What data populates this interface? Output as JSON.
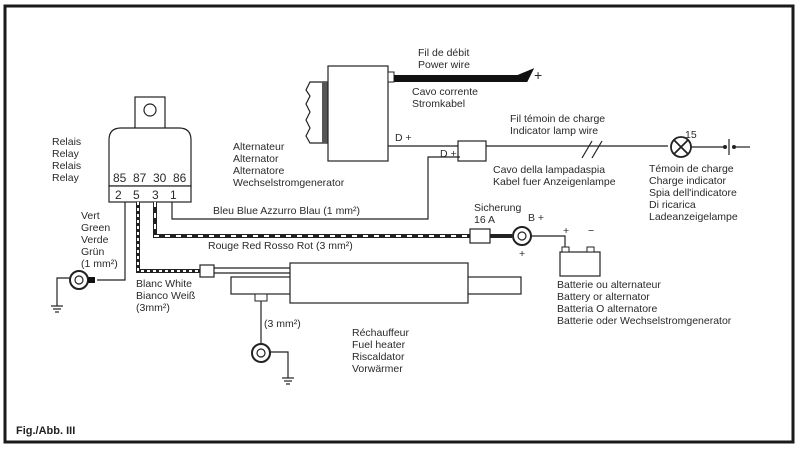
{
  "figure": {
    "caption": "Fig./Abb. III"
  },
  "relay": {
    "labels": [
      "Relais",
      "Relay",
      "Relais",
      "Relay"
    ],
    "terminals_top": [
      "85",
      "87",
      "30",
      "86"
    ],
    "terminals_bottom": [
      "2",
      "5",
      "3",
      "1"
    ]
  },
  "alternator": {
    "labels": [
      "Alternateur",
      "Alternator",
      "Alternatore",
      "Wechselstromgenerator"
    ],
    "terminal": "D +"
  },
  "power_wire": {
    "labels_top": [
      "Fil de débit",
      "Power wire"
    ],
    "labels_bottom": [
      "Cavo corrente",
      "Stromkabel"
    ],
    "polarity": "+"
  },
  "indicator_wire": {
    "labels_top": [
      "Fil témoin de charge",
      "Indicator lamp wire"
    ],
    "labels_bottom": [
      "Cavo della lampadaspia",
      "Kabel fuer Anzeigenlampe"
    ],
    "connector_label": "D +"
  },
  "charge_lamp": {
    "terminal": "15",
    "labels": [
      "Témoin de charge",
      "Charge indicator",
      "Spia dell'indicatore",
      "Di ricarica",
      "Ladeanzeigelampe"
    ]
  },
  "wires": {
    "green": [
      "Vert",
      "Green",
      "Verde",
      "Grün",
      "(1 mm²)"
    ],
    "blue": "Bleu Blue Azzurro Blau (1 mm²)",
    "red": "Rouge Red Rosso Rot (3 mm²)",
    "white": [
      "Blanc White",
      "Bianco Weiß",
      "(3mm²)"
    ],
    "heater_ground": "(3 mm²)"
  },
  "fuse": {
    "labels": [
      "Sicherung",
      "16 A"
    ],
    "terminal": "B +",
    "stud_polarity": "+"
  },
  "battery": {
    "plus": "+",
    "minus": "−",
    "labels": [
      "Batterie ou alternateur",
      "Battery or alternator",
      "Batteria O alternatore",
      "Batterie oder Wechselstromgenerator"
    ]
  },
  "heater": {
    "labels": [
      "Réchauffeur",
      "Fuel heater",
      "Riscaldator",
      "Vorwärmer"
    ]
  }
}
